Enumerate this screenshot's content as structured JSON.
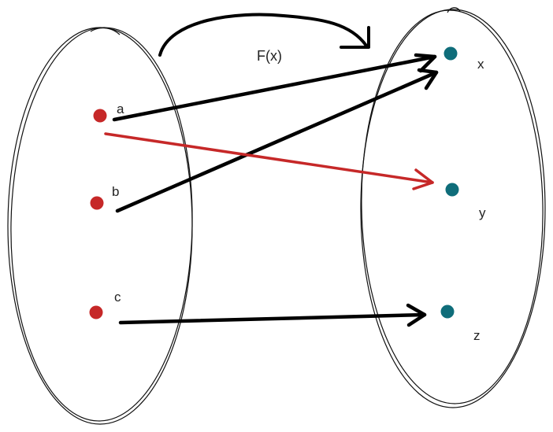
{
  "diagram": {
    "function_label": "F(x)",
    "domain_set": {
      "elements": [
        {
          "id": "a",
          "label": "a"
        },
        {
          "id": "b",
          "label": "b"
        },
        {
          "id": "c",
          "label": "c"
        }
      ]
    },
    "codomain_set": {
      "elements": [
        {
          "id": "x",
          "label": "x"
        },
        {
          "id": "y",
          "label": "y"
        },
        {
          "id": "z",
          "label": "z"
        }
      ]
    },
    "mappings": [
      {
        "from": "a",
        "to": "x",
        "color": "#000000"
      },
      {
        "from": "a",
        "to": "y",
        "color": "#c62828"
      },
      {
        "from": "b",
        "to": "x",
        "color": "#000000"
      },
      {
        "from": "c",
        "to": "z",
        "color": "#000000"
      }
    ],
    "colors": {
      "domain_point": "#c62828",
      "codomain_point": "#0f6d7a",
      "outline": "#111111"
    }
  }
}
